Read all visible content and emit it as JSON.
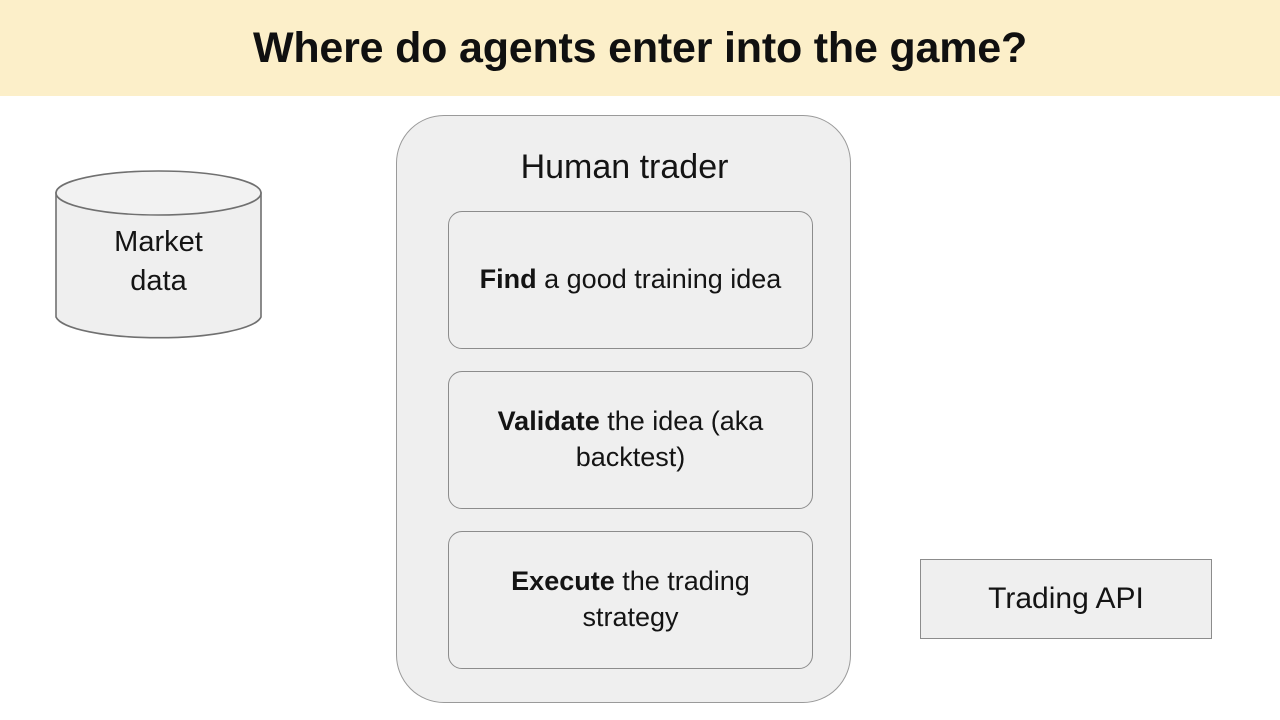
{
  "slide": {
    "title": "Where do agents enter into the game?",
    "banner_color": "#fcefc9",
    "background_color": "#ffffff",
    "shape_fill": "#efefef",
    "shape_stroke": "#8c8c8c",
    "text_color": "#141414"
  },
  "data_store": {
    "icon": "cylinder-database-icon",
    "label_line1": "Market",
    "label_line2": "data"
  },
  "trader": {
    "title": "Human trader",
    "steps": [
      {
        "lead": "Find",
        "rest": " a good training idea",
        "full": "Find a good training idea"
      },
      {
        "lead": "Validate",
        "rest": " the idea (aka backtest)",
        "full": "Validate the idea (aka backtest)"
      },
      {
        "lead": "Execute",
        "rest": " the trading strategy",
        "full": "Execute the trading strategy"
      }
    ]
  },
  "api": {
    "label": "Trading API"
  }
}
